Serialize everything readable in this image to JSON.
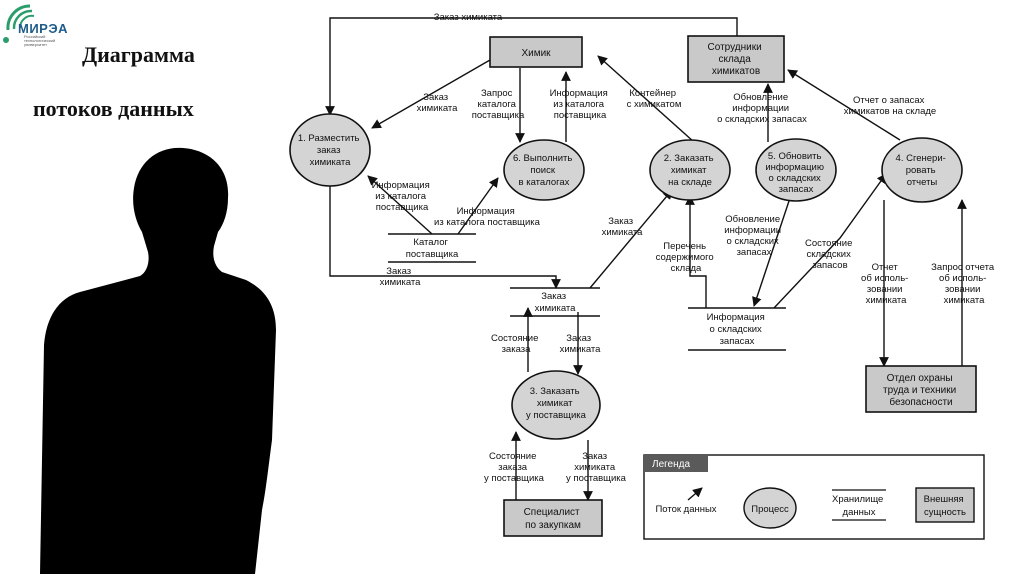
{
  "logo": {
    "name": "МИРЭА",
    "subtitle": "Российский технологический университет"
  },
  "slide": {
    "title_line1": "Диаграмма",
    "title_line2": "потоков данных"
  },
  "entities": {
    "chemist": [
      "Химик"
    ],
    "warehouse_staff": [
      "Сотрудники",
      "склада",
      "химикатов"
    ],
    "safety_dept": [
      "Отдел охраны",
      "труда и техники",
      "безопасности"
    ],
    "buyer": [
      "Специалист",
      "по закупкам"
    ]
  },
  "processes": {
    "p1": [
      "1. Разместить",
      "заказ",
      "химиката"
    ],
    "p6": [
      "6. Выполнить",
      "поиск",
      "в каталогах"
    ],
    "p2": [
      "2. Заказать",
      "химикат",
      "на складе"
    ],
    "p5": [
      "5. Обновить",
      "информацию",
      "о складских",
      "запасах"
    ],
    "p4": [
      "4. Сгенери-",
      "ровать",
      "отчеты"
    ],
    "p3": [
      "3. Заказать",
      "химикат",
      "у поставщика"
    ]
  },
  "stores": {
    "catalog": [
      "Каталог",
      "поставщика"
    ],
    "order": [
      "Заказ",
      "химиката"
    ],
    "inventory": [
      "Информация",
      "о складских",
      "запасах"
    ]
  },
  "flows": {
    "top_order": [
      "Заказ химиката"
    ],
    "chem_to_p1": [
      "Заказ",
      "химиката"
    ],
    "catalog_request": [
      "Запрос",
      "каталога",
      "поставщика"
    ],
    "catalog_info_p6": [
      "Информация",
      "из каталога",
      "поставщика"
    ],
    "container": [
      "Контейнер",
      "с химикатом"
    ],
    "update_info_staff": [
      "Обновление",
      "информации",
      "о складских запасах"
    ],
    "inventory_report": [
      "Отчет о запасах",
      "химикатов на складе"
    ],
    "catalog_info_p1": [
      "Информация",
      "из каталога",
      "поставщика"
    ],
    "catalog_info_store": [
      "Информация",
      "из каталога поставщика"
    ],
    "p1_to_order": [
      "Заказ",
      "химиката"
    ],
    "order_to_p2": [
      "Заказ",
      "химиката"
    ],
    "stock_list": [
      "Перечень",
      "содержимого",
      "склада"
    ],
    "update_info_store": [
      "Обновление",
      "информации",
      "о складских",
      "запасах"
    ],
    "stock_status": [
      "Состояние",
      "складских",
      "запасов"
    ],
    "usage_report": [
      "Отчет",
      "об исполь-",
      "зовании",
      "химиката"
    ],
    "report_request": [
      "Запрос отчета",
      "об исполь-",
      "зовании",
      "химиката"
    ],
    "order_status": [
      "Состояние",
      "заказа"
    ],
    "order_to_p3": [
      "Заказ",
      "химиката"
    ],
    "supplier_status": [
      "Состояние",
      "заказа",
      "у поставщика"
    ],
    "supplier_order": [
      "Заказ",
      "химиката",
      "у поставщика"
    ]
  },
  "legend": {
    "title": "Легенда",
    "flow": [
      "Поток данных"
    ],
    "process": [
      "Процесс"
    ],
    "store": [
      "Хранилище",
      "данных"
    ],
    "entity": [
      "Внешняя",
      "сущность"
    ]
  }
}
